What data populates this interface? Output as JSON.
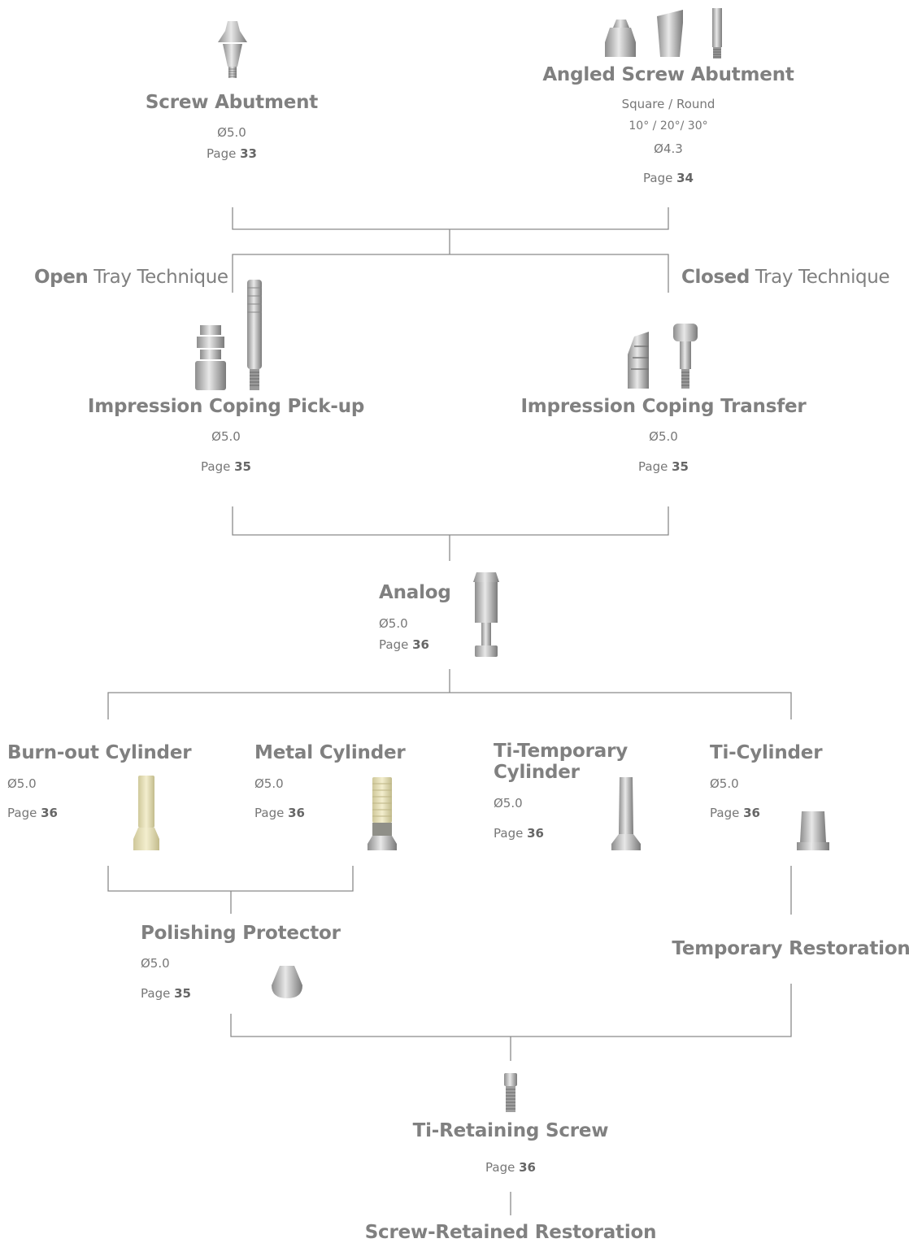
{
  "screw_abutment": {
    "title": "Screw Abutment",
    "diameter": "Ø5.0",
    "page_label": "Page",
    "page_num": "33"
  },
  "angled_screw_abutment": {
    "title": "Angled Screw Abutment",
    "shape": "Square / Round",
    "angles": "10° / 20°/ 30°",
    "diameter": "Ø4.3",
    "page_label": "Page",
    "page_num": "34"
  },
  "open_tray": {
    "bold": "Open",
    "rest": " Tray Technique"
  },
  "closed_tray": {
    "bold": "Closed",
    "rest": " Tray Technique"
  },
  "pickup": {
    "title": "Impression Coping Pick-up",
    "diameter": "Ø5.0",
    "page_label": "Page",
    "page_num": "35"
  },
  "transfer": {
    "title": "Impression Coping Transfer",
    "diameter": "Ø5.0",
    "page_label": "Page",
    "page_num": "35"
  },
  "analog": {
    "title": "Analog",
    "diameter": "Ø5.0",
    "page_label": "Page",
    "page_num": "36"
  },
  "burnout": {
    "title": "Burn-out Cylinder",
    "diameter": "Ø5.0",
    "page_label": "Page",
    "page_num": "36"
  },
  "metal": {
    "title": "Metal Cylinder",
    "diameter": "Ø5.0",
    "page_label": "Page",
    "page_num": "36"
  },
  "ti_temporary": {
    "title_line1": "Ti-Temporary",
    "title_line2": "Cylinder",
    "diameter": "Ø5.0",
    "page_label": "Page",
    "page_num": "36"
  },
  "ti_cylinder": {
    "title": "Ti-Cylinder",
    "diameter": "Ø5.0",
    "page_label": "Page",
    "page_num": "36"
  },
  "polishing": {
    "title": "Polishing Protector",
    "diameter": "Ø5.0",
    "page_label": "Page",
    "page_num": "35"
  },
  "temporary_restoration": {
    "title": "Temporary Restoration"
  },
  "retaining_screw": {
    "title": "Ti-Retaining Screw",
    "page_label": "Page",
    "page_num": "36"
  },
  "final": {
    "title": "Screw-Retained Restoration"
  },
  "colors": {
    "line": "#8a8a8a",
    "text": "#808080",
    "metal": "#c8c8c8",
    "burnout": "#e8e2b8"
  }
}
